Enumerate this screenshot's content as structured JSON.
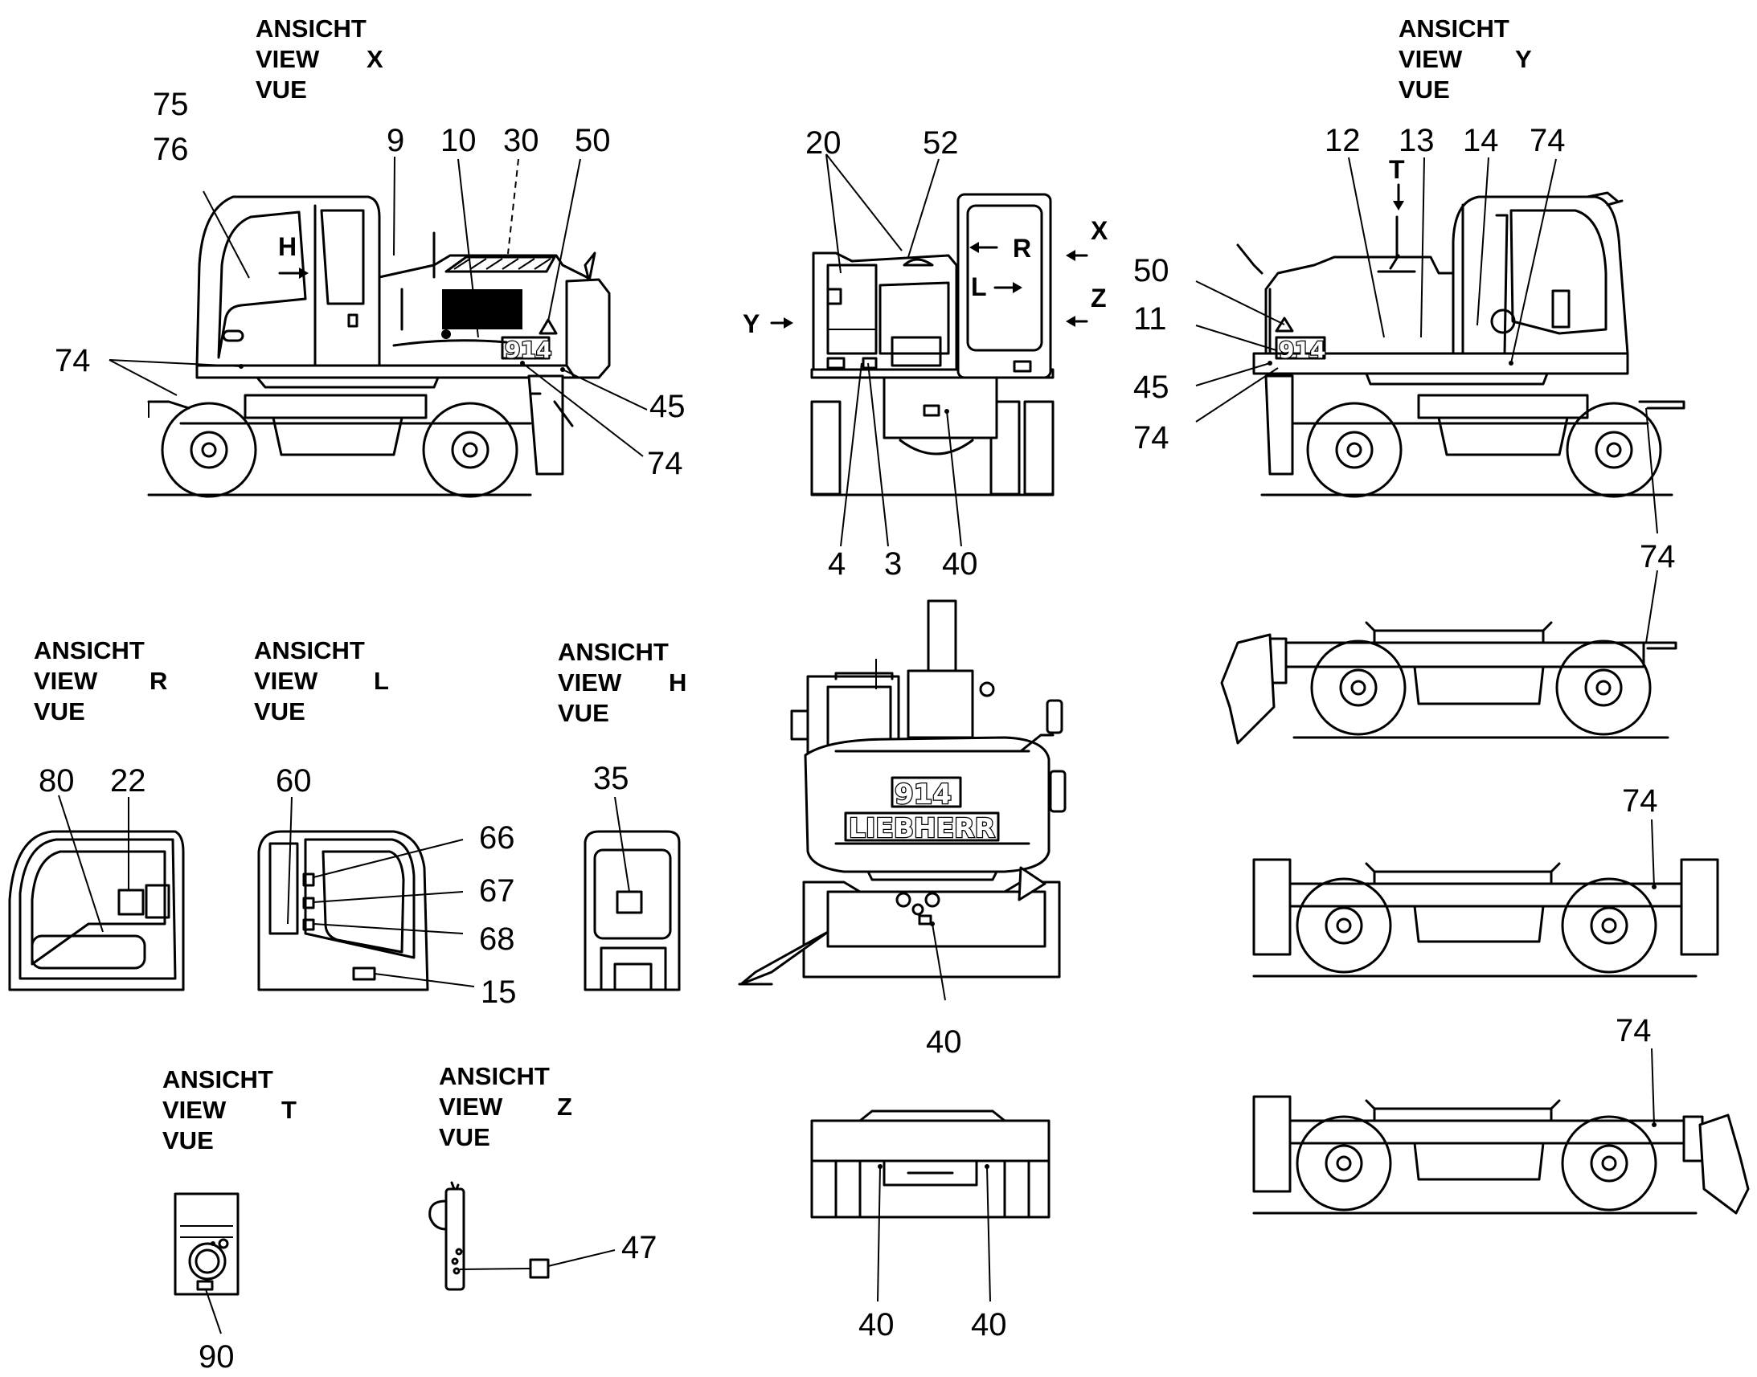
{
  "headings": {
    "X": {
      "l1": "ANSICHT",
      "l2": "VIEW",
      "l3": "VUE",
      "letter": "X"
    },
    "Y": {
      "l1": "ANSICHT",
      "l2": "VIEW",
      "l3": "VUE",
      "letter": "Y"
    },
    "R": {
      "l1": "ANSICHT",
      "l2": "VIEW",
      "l3": "VUE",
      "letter": "R"
    },
    "L": {
      "l1": "ANSICHT",
      "l2": "VIEW",
      "l3": "VUE",
      "letter": "L"
    },
    "H": {
      "l1": "ANSICHT",
      "l2": "VIEW",
      "l3": "VUE",
      "letter": "H"
    },
    "T": {
      "l1": "ANSICHT",
      "l2": "VIEW",
      "l3": "VUE",
      "letter": "T"
    },
    "Z": {
      "l1": "ANSICHT",
      "l2": "VIEW",
      "l3": "VUE",
      "letter": "Z"
    }
  },
  "markers": {
    "H": "H",
    "R": "R",
    "L": "L",
    "X": "X",
    "Z": "Z",
    "Y": "Y",
    "T": "T"
  },
  "branding": {
    "model": "914",
    "brand": "LIEBHERR"
  },
  "callouts": {
    "viewX": {
      "n75": "75",
      "n76": "76",
      "n9": "9",
      "n10": "10",
      "n30": "30",
      "n50": "50",
      "n74a": "74",
      "n45": "45",
      "n74b": "74"
    },
    "front": {
      "n20": "20",
      "n52": "52",
      "n4": "4",
      "n3": "3",
      "n40": "40"
    },
    "viewY": {
      "n12": "12",
      "n13": "13",
      "n14": "14",
      "n74a": "74",
      "n50": "50",
      "n11": "11",
      "n45": "45",
      "n74b": "74",
      "n74c": "74"
    },
    "viewR": {
      "n80": "80",
      "n22": "22"
    },
    "viewL": {
      "n60": "60",
      "n66": "66",
      "n67": "67",
      "n68": "68",
      "n15": "15"
    },
    "viewH": {
      "n35": "35"
    },
    "rear": {
      "n40": "40"
    },
    "viewT": {
      "n90": "90"
    },
    "viewZ": {
      "n47": "47"
    },
    "undercarriage": {
      "n40a": "40",
      "n40b": "40"
    },
    "chassis": {
      "n74a": "74",
      "n74b": "74"
    }
  }
}
